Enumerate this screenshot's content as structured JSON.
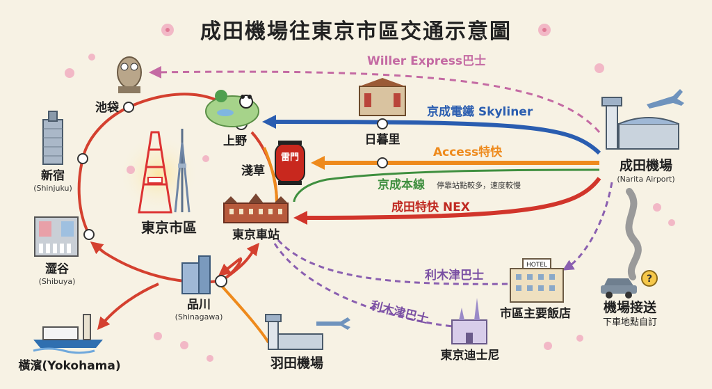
{
  "title": "成田機場往東京市區交通示意圖",
  "colors": {
    "background": "#f7f2e4",
    "blossom": "#f2b8c6",
    "willer": "#c46aa3",
    "skyliner": "#2a5db0",
    "access": "#ee8a1c",
    "keisei": "#3f8f3f",
    "nex": "#d1352b",
    "limousine": "#8a5fb0",
    "yamanote": "#e2542f"
  },
  "routes": {
    "willer": "Willer Express巴士",
    "skyliner": "京成電鐵 Skyliner",
    "access": "Access特快",
    "keisei": "京成本線",
    "keisei_note": "停靠站點較多，速度較慢",
    "nex": "成田特快 NEX",
    "limousine_hotel": "利木津巴士",
    "limousine_disney": "利木津巴士"
  },
  "stations": {
    "ikebukuro": "池袋",
    "ueno": "上野",
    "nippori": "日暮里",
    "asakusa": "淺草",
    "kaminarimon": "雷門",
    "shinjuku": "新宿",
    "shinjuku_en": "(Shinjuku)",
    "shibuya": "澀谷",
    "shibuya_en": "(Shibuya)",
    "tokyo_city": "東京市區",
    "tokyo_station": "東京車站",
    "shinagawa": "品川",
    "shinagawa_en": "(Shinagawa)",
    "yokohama": "橫濱(Yokohama)",
    "haneda": "羽田機場",
    "narita": "成田機場",
    "narita_en": "(Narita Airport)",
    "hotels": "市區主要飯店",
    "hotel_sign": "HOTEL",
    "disney": "東京迪士尼",
    "pickup": "機場接送",
    "pickup_note": "下車地點自訂"
  },
  "icons": [
    "owl-statue-icon",
    "ueno-park-panda-icon",
    "nippori-street-icon",
    "kaminarimon-lantern-icon",
    "tokyo-tower-icon",
    "skytree-icon",
    "tokyo-station-building-icon",
    "shinjuku-building-icon",
    "shibuya-crossing-icon",
    "shinagawa-building-icon",
    "yokohama-ship-icon",
    "haneda-airport-icon",
    "narita-airport-icon",
    "airplane-icon",
    "hotel-icon",
    "disney-castle-icon",
    "car-icon",
    "question-mark-icon",
    "cherry-blossom-icon"
  ]
}
